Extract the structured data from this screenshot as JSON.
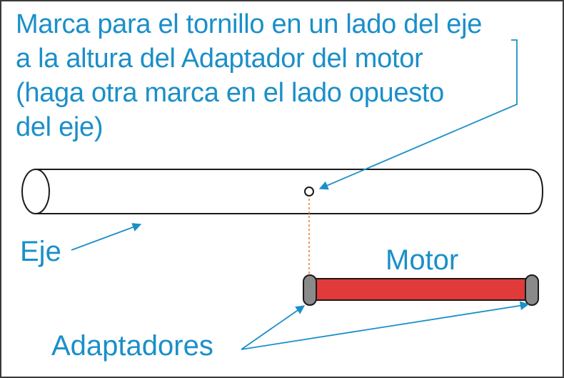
{
  "instruction": {
    "lines": [
      "Marca para el tornillo en un lado del eje",
      "a la altura del Adaptador del motor",
      "(haga otra marca en el lado opuesto",
      "del eje)"
    ]
  },
  "labels": {
    "shaft": "Eje",
    "motor": "Motor",
    "adapters": "Adaptadores"
  },
  "colors": {
    "text_accent": "#1a8fc9",
    "outline": "#1a1a1a",
    "motor_body": "#e03a3a",
    "adapter": "#8a8a8a",
    "dashed_guide": "#e8843c"
  }
}
